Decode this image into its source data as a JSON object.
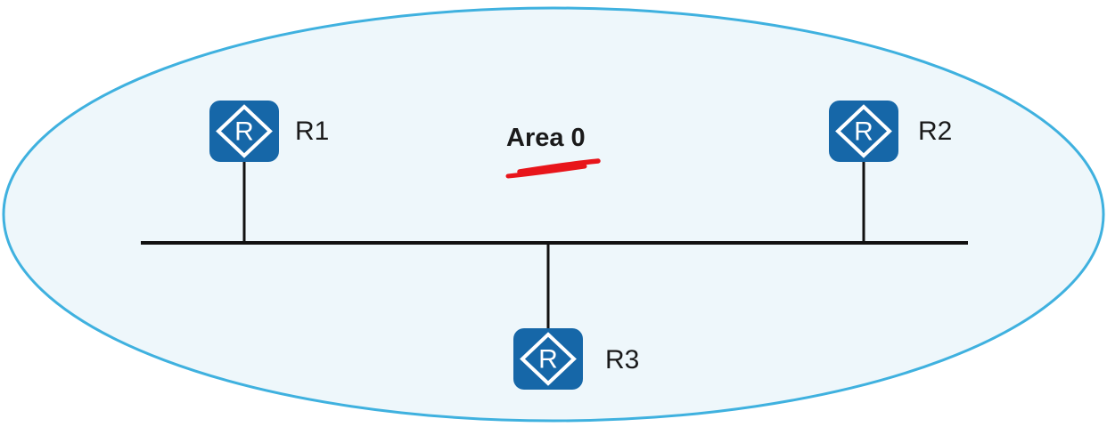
{
  "diagram": {
    "area_label": "Area 0",
    "routers": [
      {
        "id": "r1",
        "label": "R1",
        "icon_letter": "R"
      },
      {
        "id": "r2",
        "label": "R2",
        "icon_letter": "R"
      },
      {
        "id": "r3",
        "label": "R3",
        "icon_letter": "R"
      }
    ]
  },
  "colors": {
    "router_icon_blue": "#1667a8",
    "ellipse_stroke": "#3fb1df",
    "ellipse_fill": "#eef7fb",
    "link_line": "#111111",
    "annotation_red": "#e8151b",
    "label_text": "#1a1a1a"
  }
}
